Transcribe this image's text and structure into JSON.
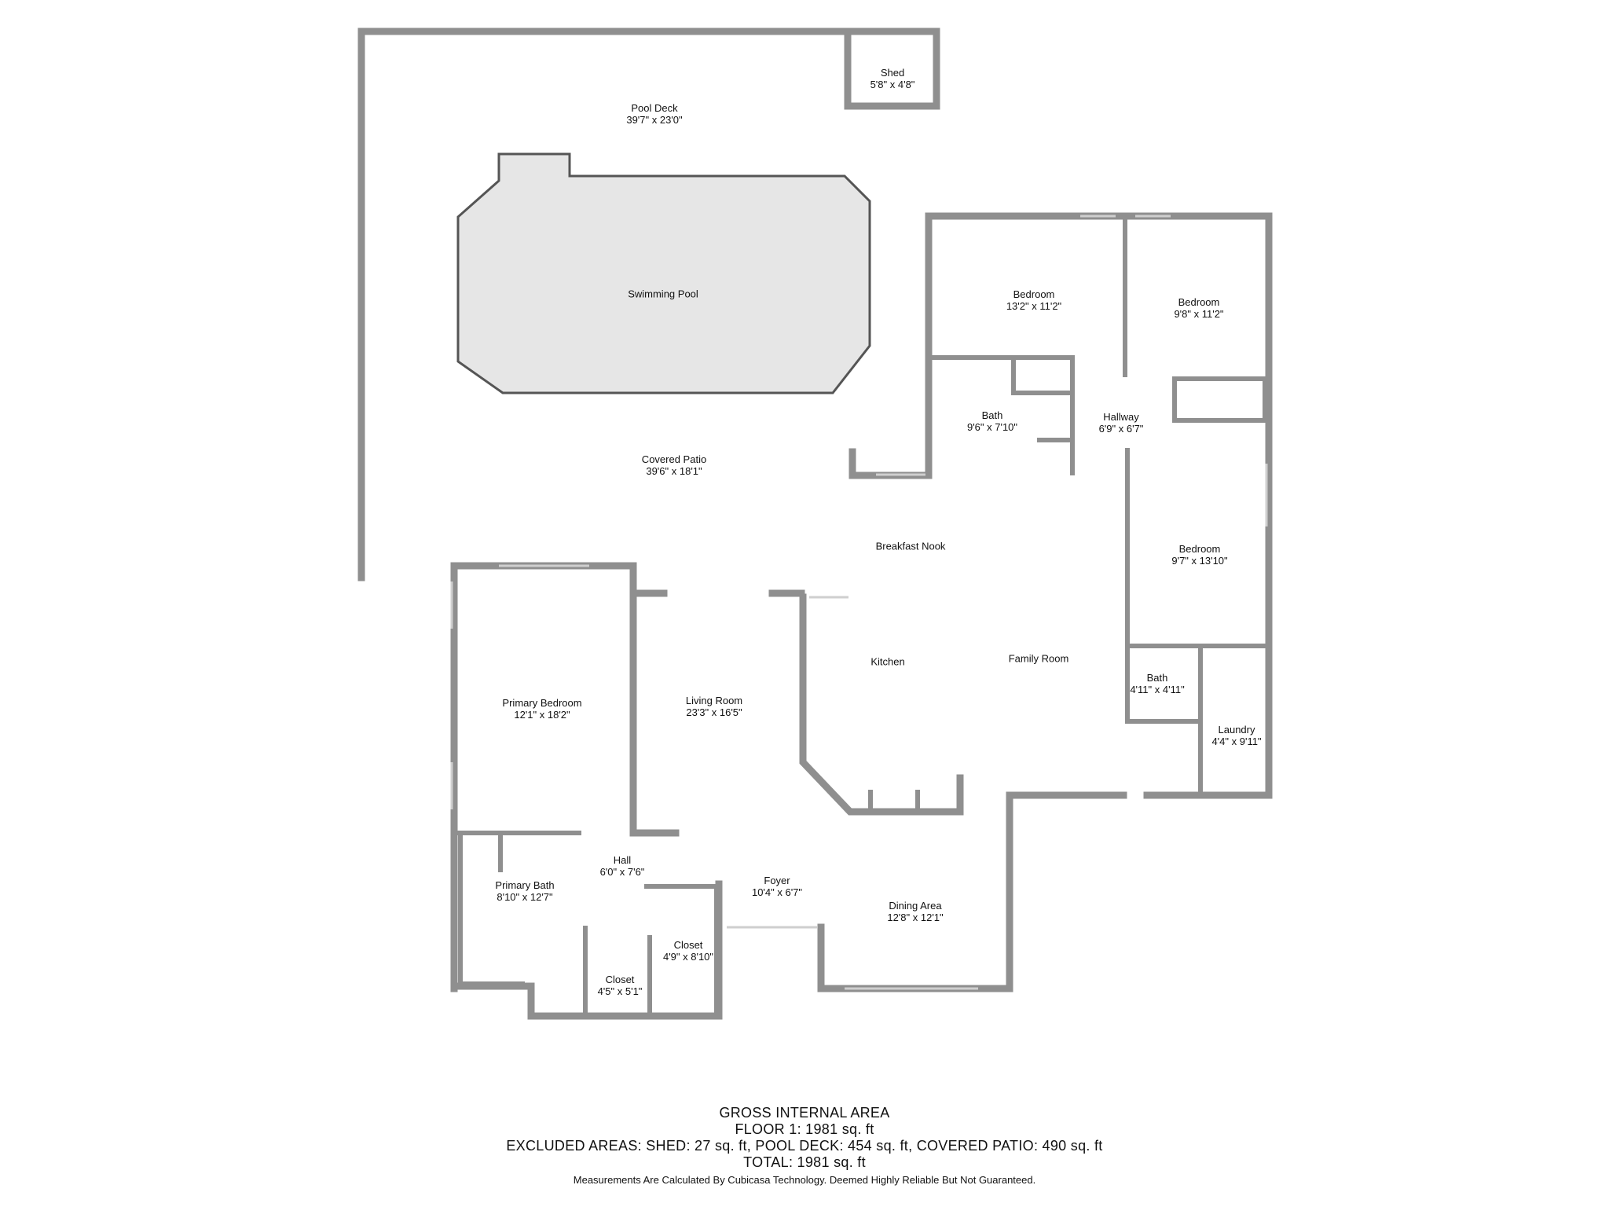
{
  "rooms": {
    "pool_deck": {
      "name": "Pool Deck",
      "dim": "39'7\" x 23'0\""
    },
    "shed": {
      "name": "Shed",
      "dim": "5'8\" x 4'8\""
    },
    "swimming_pool": {
      "name": "Swimming Pool",
      "dim": ""
    },
    "covered_patio": {
      "name": "Covered Patio",
      "dim": "39'6\" x 18'1\""
    },
    "bedroom_1": {
      "name": "Bedroom",
      "dim": "13'2\" x 11'2\""
    },
    "bedroom_2": {
      "name": "Bedroom",
      "dim": "9'8\" x 11'2\""
    },
    "bath_1": {
      "name": "Bath",
      "dim": "9'6\" x 7'10\""
    },
    "hallway": {
      "name": "Hallway",
      "dim": "6'9\" x 6'7\""
    },
    "bedroom_3": {
      "name": "Bedroom",
      "dim": "9'7\" x 13'10\""
    },
    "breakfast_nook": {
      "name": "Breakfast Nook",
      "dim": ""
    },
    "kitchen": {
      "name": "Kitchen",
      "dim": ""
    },
    "family_room": {
      "name": "Family Room",
      "dim": ""
    },
    "bath_2": {
      "name": "Bath",
      "dim": "4'11\" x 4'11\""
    },
    "laundry": {
      "name": "Laundry",
      "dim": "4'4\" x 9'11\""
    },
    "primary_bedroom": {
      "name": "Primary Bedroom",
      "dim": "12'1\" x 18'2\""
    },
    "living_room": {
      "name": "Living Room",
      "dim": "23'3\" x 16'5\""
    },
    "hall": {
      "name": "Hall",
      "dim": "6'0\" x 7'6\""
    },
    "primary_bath": {
      "name": "Primary Bath",
      "dim": "8'10\" x 12'7\""
    },
    "foyer": {
      "name": "Foyer",
      "dim": "10'4\" x 6'7\""
    },
    "dining_area": {
      "name": "Dining Area",
      "dim": "12'8\" x 12'1\""
    },
    "closet_1": {
      "name": "Closet",
      "dim": "4'9\" x 8'10\""
    },
    "closet_2": {
      "name": "Closet",
      "dim": "4'5\" x 5'1\""
    }
  },
  "footer": {
    "line1": "GROSS INTERNAL AREA",
    "line2": "FLOOR 1: 1981 sq. ft",
    "line3": "EXCLUDED AREAS: SHED: 27 sq. ft, POOL DECK: 454 sq. ft, COVERED PATIO: 490 sq. ft",
    "line4": "TOTAL: 1981 sq. ft",
    "disclaimer": "Measurements Are Calculated By Cubicasa Technology. Deemed Highly Reliable But Not Guaranteed."
  },
  "colors": {
    "wall": "#8f8f8f",
    "pool_fill": "#e6e6e6",
    "window": "#cfcfcf"
  }
}
